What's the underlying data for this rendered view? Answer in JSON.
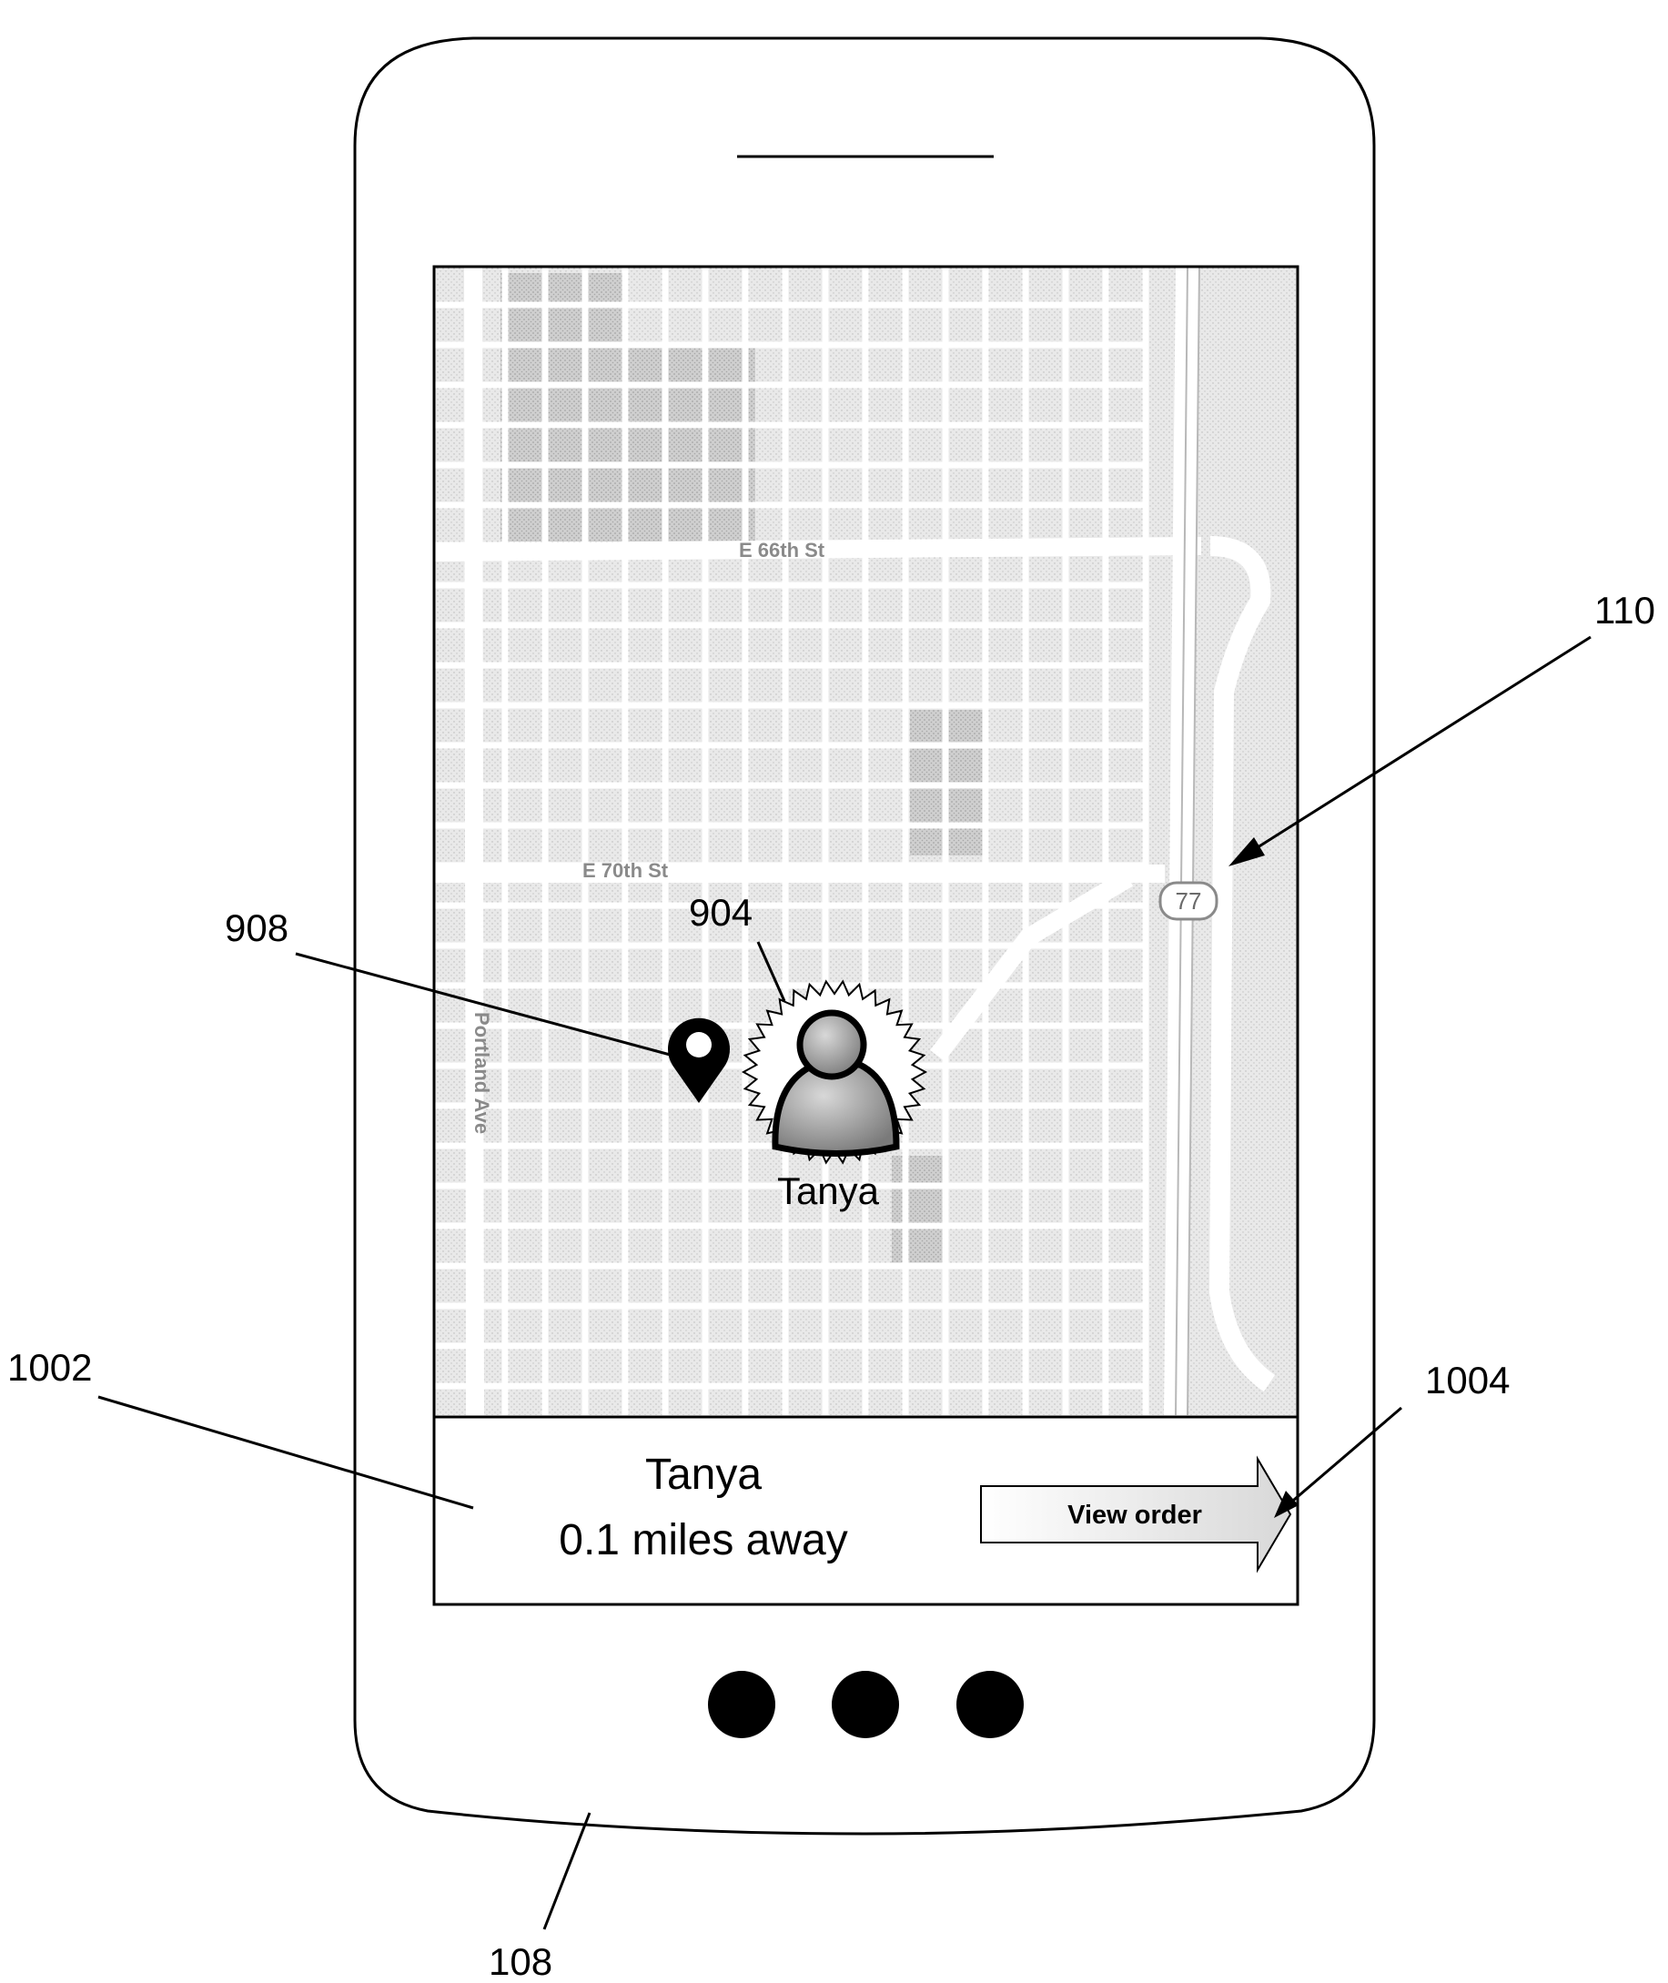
{
  "map": {
    "streets": {
      "e66": "E 66th St",
      "e70": "E 70th St",
      "portland": "Portland Ave",
      "route": "77"
    },
    "user_marker": {
      "name": "Tanya"
    }
  },
  "info_panel": {
    "name": "Tanya",
    "distance": "0.1 miles away",
    "view_order_label": "View order"
  },
  "reference_numerals": {
    "device": "108",
    "screen": "110",
    "user_icon": "904",
    "location_pin": "908",
    "info_panel": "1002",
    "view_order_button": "1004"
  },
  "colors": {
    "map_background": "#e9e9e9",
    "map_block": "#dddddd",
    "map_park": "#c9c9c9",
    "road": "#ffffff",
    "ink": "#000000"
  }
}
